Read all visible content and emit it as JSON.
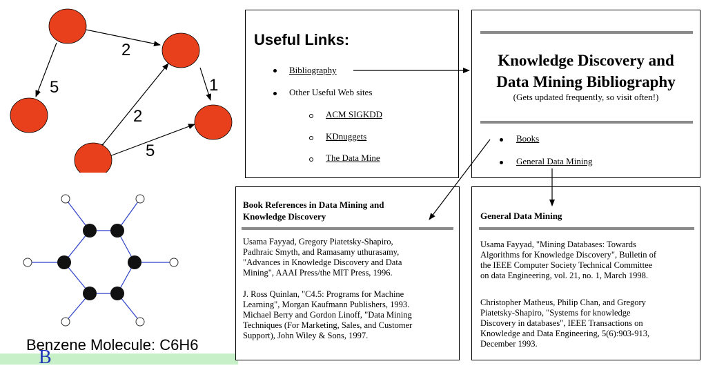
{
  "graph": {
    "edge_weights": [
      "2",
      "5",
      "1",
      "2",
      "5"
    ],
    "node_color": "#e8401c"
  },
  "benzene": {
    "caption": "Benzene Molecule: C6H6",
    "partial_glyph": "B"
  },
  "useful_links": {
    "title": "Useful Links:",
    "items": [
      "Bibliography",
      "Other Useful Web sites"
    ],
    "subitems": [
      "ACM SIGKDD",
      "KDnuggets",
      "The Data Mine"
    ]
  },
  "kdd_bib": {
    "title_line1": "Knowledge Discovery and",
    "title_line2": "Data Mining Bibliography",
    "subtitle": "(Gets updated frequently, so visit often!)",
    "items": [
      "Books",
      "General Data Mining"
    ]
  },
  "book_refs": {
    "title_line1": "Book References in Data Mining and",
    "title_line2": "Knowledge Discovery",
    "para1": [
      "Usama Fayyad, Gregory Piatetsky-Shapiro,",
      "Padhraic Smyth, and Ramasamy uthurasamy,",
      "\"Advances in Knowledge Discovery and Data",
      "Mining\", AAAI Press/the MIT Press, 1996."
    ],
    "para2": [
      "J. Ross Quinlan, \"C4.5: Programs for Machine",
      "Learning\", Morgan Kaufmann Publishers, 1993.",
      "Michael Berry and Gordon Linoff, \"Data Mining",
      "Techniques (For Marketing, Sales, and Customer",
      "Support), John Wiley & Sons, 1997."
    ]
  },
  "general_dm": {
    "title": "General Data Mining",
    "para1": [
      "Usama Fayyad, \"Mining Databases: Towards",
      "Algorithms for Knowledge Discovery\", Bulletin of",
      "the IEEE Computer Society Technical Committee",
      "on data Engineering, vol. 21, no. 1, March 1998."
    ],
    "para2": [
      "Christopher Matheus, Philip Chan, and Gregory",
      "Piatetsky-Shapiro, \"Systems for knowledge",
      "Discovery in databases\", IEEE Transactions on",
      "Knowledge and Data Engineering, 5(6):903-913,",
      "December 1993."
    ]
  }
}
